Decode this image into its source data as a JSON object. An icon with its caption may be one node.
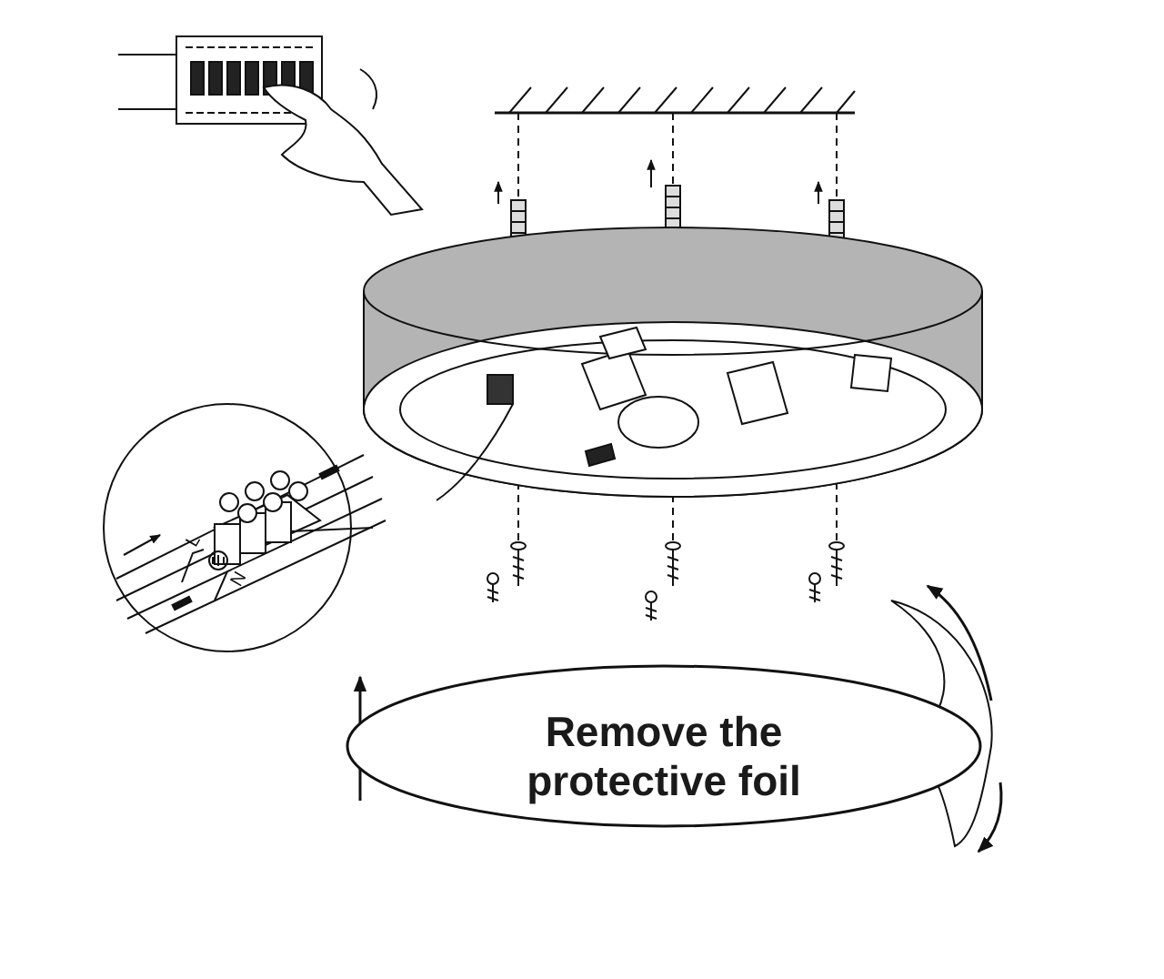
{
  "diagram": {
    "nodes": [
      {
        "text": [
          "Remove the protective foil"
        ]
      }
    ],
    "labels": [
      "L",
      "N"
    ]
  }
}
